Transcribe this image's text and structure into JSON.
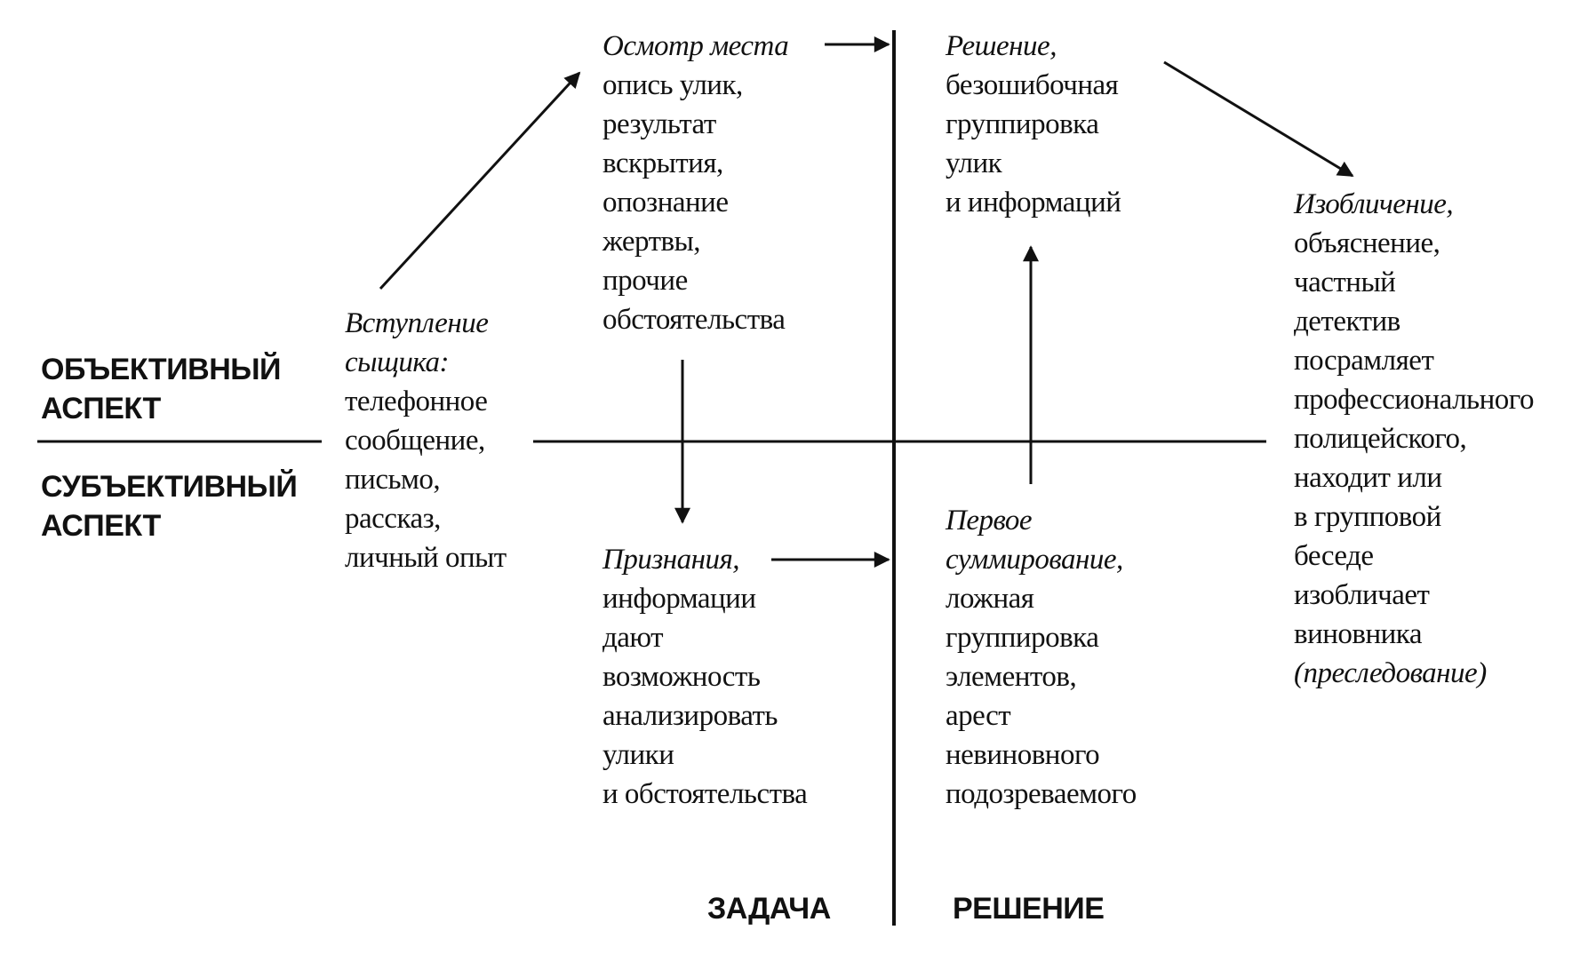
{
  "aspects": {
    "objective": [
      "ОБЪЕКТИВНЫЙ",
      "АСПЕКТ"
    ],
    "subjective": [
      "СУБЪЕКТИВНЫЙ",
      "АСПЕКТ"
    ]
  },
  "axis_labels": {
    "task": "ЗАДАЧА",
    "solution": "РЕШЕНИЕ"
  },
  "nodes": {
    "detective_entry": {
      "heading": [
        "Вступление",
        "сыщика:"
      ],
      "lines": [
        "телефонное",
        "сообщение,",
        "письмо,",
        "рассказ,",
        "личный опыт"
      ]
    },
    "scene_inspection": {
      "heading": [
        "Осмотр места"
      ],
      "lines": [
        "опись улик,",
        "результат",
        "вскрытия,",
        "опознание",
        "жертвы,",
        "прочие",
        "обстоятельства"
      ]
    },
    "confessions": {
      "heading": [
        "Признания,"
      ],
      "lines": [
        "информации",
        "дают",
        "возможность",
        "анализировать",
        "улики",
        "и обстоятельства"
      ]
    },
    "solution": {
      "heading": [
        "Решение,"
      ],
      "lines": [
        "безошибочная",
        "группировка",
        "улик",
        "и информаций"
      ]
    },
    "first_summary": {
      "heading": [
        "Первое",
        "суммирование,"
      ],
      "lines": [
        "ложная",
        "группировка",
        "элементов,",
        "арест",
        "невиновного",
        "подозреваемого"
      ]
    },
    "exposure": {
      "heading": [
        "Изобличение,"
      ],
      "lines": [
        "объяснение,",
        "частный",
        "детектив",
        "посрамляет",
        "профессионального",
        "полицейского,",
        "находит или",
        "в групповой",
        "беседе",
        "изобличает",
        "виновника"
      ],
      "tail": "(преследование)"
    }
  }
}
